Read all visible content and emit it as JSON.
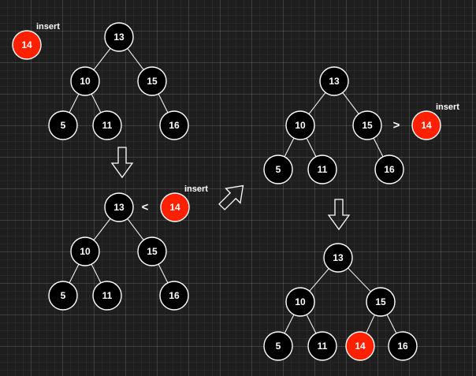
{
  "colors": {
    "background": "#1e1e1e",
    "node_fill": "#000000",
    "highlight_fill": "#ff2000",
    "stroke": "#ffffff",
    "text": "#ffffff"
  },
  "labels": {
    "insert": "insert",
    "less_than": "<",
    "greater_than": ">"
  },
  "steps": [
    {
      "name": "step-1",
      "tree": [
        {
          "id": "n13",
          "value": "13"
        },
        {
          "id": "n10",
          "value": "10",
          "parent": "n13"
        },
        {
          "id": "n15",
          "value": "15",
          "parent": "n13"
        },
        {
          "id": "n5",
          "value": "5",
          "parent": "n10"
        },
        {
          "id": "n11",
          "value": "11",
          "parent": "n10"
        },
        {
          "id": "n16",
          "value": "16",
          "parent": "n15"
        }
      ],
      "inserting": {
        "value": "14",
        "label": "insert"
      }
    },
    {
      "name": "step-2",
      "tree": [
        {
          "id": "n13",
          "value": "13"
        },
        {
          "id": "n10",
          "value": "10",
          "parent": "n13"
        },
        {
          "id": "n15",
          "value": "15",
          "parent": "n13"
        },
        {
          "id": "n5",
          "value": "5",
          "parent": "n10"
        },
        {
          "id": "n11",
          "value": "11",
          "parent": "n10"
        },
        {
          "id": "n16",
          "value": "16",
          "parent": "n15"
        }
      ],
      "inserting": {
        "value": "14",
        "label": "insert",
        "comparison": "<",
        "compared_with": "13"
      }
    },
    {
      "name": "step-3",
      "tree": [
        {
          "id": "n13",
          "value": "13"
        },
        {
          "id": "n10",
          "value": "10",
          "parent": "n13"
        },
        {
          "id": "n15",
          "value": "15",
          "parent": "n13"
        },
        {
          "id": "n5",
          "value": "5",
          "parent": "n10"
        },
        {
          "id": "n11",
          "value": "11",
          "parent": "n10"
        },
        {
          "id": "n16",
          "value": "16",
          "parent": "n15"
        }
      ],
      "inserting": {
        "value": "14",
        "label": "insert",
        "comparison": ">",
        "compared_with": "15"
      }
    },
    {
      "name": "step-4",
      "tree": [
        {
          "id": "n13",
          "value": "13"
        },
        {
          "id": "n10",
          "value": "10",
          "parent": "n13"
        },
        {
          "id": "n15",
          "value": "15",
          "parent": "n13"
        },
        {
          "id": "n5",
          "value": "5",
          "parent": "n10"
        },
        {
          "id": "n11",
          "value": "11",
          "parent": "n10"
        },
        {
          "id": "n14",
          "value": "14",
          "parent": "n15",
          "highlight": true
        },
        {
          "id": "n16",
          "value": "16",
          "parent": "n15"
        }
      ]
    }
  ],
  "transitions": [
    {
      "from": "step-1",
      "to": "step-2",
      "direction": "down"
    },
    {
      "from": "step-2",
      "to": "step-3",
      "direction": "up-right"
    },
    {
      "from": "step-3",
      "to": "step-4",
      "direction": "down"
    }
  ]
}
